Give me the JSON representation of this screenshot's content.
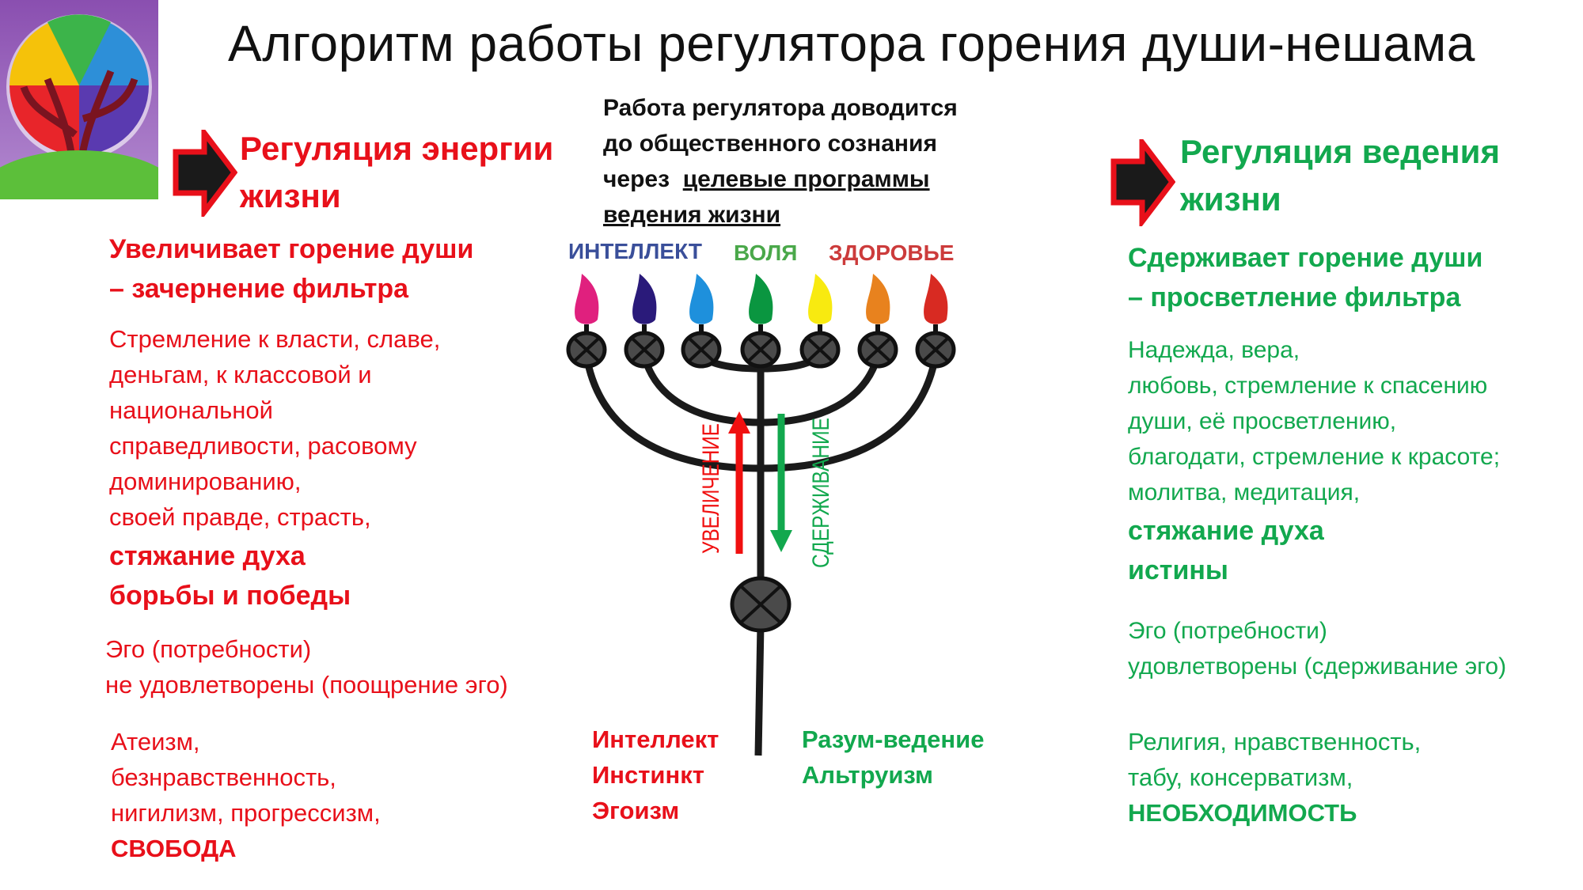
{
  "title": "Алгоритм работы регулятора горения души-нешама",
  "center_note": {
    "lines": [
      "Работа регулятора доводится",
      "до общественного сознания",
      "через"
    ],
    "underlined_1": "целевые программы",
    "underlined_2": "ведения жизни"
  },
  "left": {
    "heading": [
      "Регуляция энергии",
      "жизни"
    ],
    "subheading": [
      "Увеличивает горение души",
      "– зачернение фильтра"
    ],
    "list": [
      "Стремление к власти, славе,",
      "деньгам, к  классовой и",
      "национальной",
      "справедливости, расовому",
      "доминированию,",
      "своей правде, страсть,"
    ],
    "bold": [
      "стяжание духа",
      "борьбы и победы"
    ],
    "ego": [
      "Эго (потребности)",
      "не удовлетворены (поощрение эго)"
    ],
    "values": [
      "Атеизм,",
      "безнравственность,",
      "нигилизм, прогрессизм,"
    ],
    "values_bold": "СВОБОДА"
  },
  "right": {
    "heading": [
      "Регуляция ведения",
      "жизни"
    ],
    "subheading": [
      "Сдерживает горение души",
      "– просветление фильтра"
    ],
    "list": [
      "Надежда, вера,",
      "любовь, стремление к спасению",
      "души, её просветлению,",
      "благодати, стремление к красоте;",
      "молитва, медитация,"
    ],
    "bold": [
      "стяжание духа",
      "истины"
    ],
    "ego": [
      "Эго (потребности)",
      "удовлетворены (сдерживание эго)"
    ],
    "values": [
      "Религия, нравственность,",
      "табу, консерватизм,"
    ],
    "values_bold": "НЕОБХОДИМОСТЬ"
  },
  "menorah": {
    "labels": {
      "intellect": "ИНТЕЛЛЕКТ",
      "will": "ВОЛЯ",
      "health": "ЗДОРОВЬЕ"
    },
    "label_colors": {
      "intellect": "#3a4f9a",
      "will": "#4aa84a",
      "health": "#cc3b3b"
    },
    "flame_colors": [
      "#e0207e",
      "#2a1a7a",
      "#1e90dc",
      "#0a9640",
      "#f8ea10",
      "#e8821e",
      "#d82a22"
    ],
    "increase": "УВЕЛИЧЕНИЕ",
    "restrain": "СДЕРЖИВАНИЕ",
    "bottom_left": [
      "Интеллект",
      "Инстинкт",
      "Эгоизм"
    ],
    "bottom_right": [
      "Разум-ведение",
      "Альтруизм"
    ]
  },
  "colors": {
    "red": "#e8101a",
    "green": "#12a84e"
  }
}
